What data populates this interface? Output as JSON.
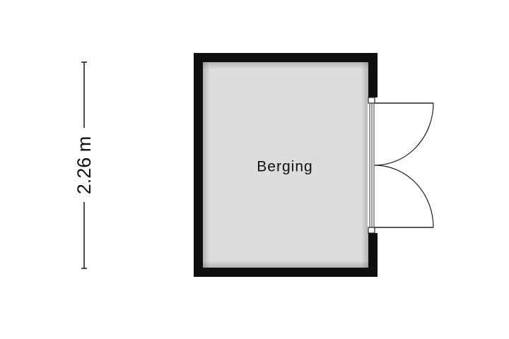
{
  "room": {
    "name": "Berging",
    "floor_color": "#dcdcdc",
    "wall_color": "#0f0f0f"
  },
  "dimension": {
    "label": "2.26 m"
  },
  "doors": {
    "type": "double-swing",
    "leaf_count": 2
  }
}
